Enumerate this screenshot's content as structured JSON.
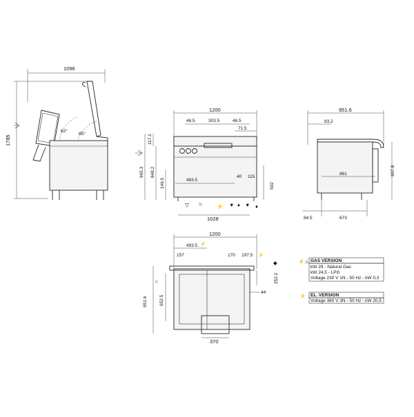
{
  "side_view": {
    "width_dim": "1096",
    "height_dim": "1785",
    "angle_1": "82°",
    "angle_2": "85°"
  },
  "front_view": {
    "width_dim": "1200",
    "d_46_5_a": "46.5",
    "d_303_5": "303.5",
    "d_46_5_b": "46.5",
    "d_71_5": "71.5",
    "d_117_1": "117.1",
    "d_965_3": "965.3",
    "d_848_2": "848.2",
    "d_146_5": "146.5",
    "d_493_5": "493.5",
    "d_40": "40",
    "d_115": "115",
    "d_502": "502",
    "d_1028": "1028"
  },
  "right_view": {
    "width_dim": "951.6",
    "d_83_2": "83.2",
    "d_861": "861",
    "d_907_8": "907.8",
    "d_84_5": "84.5",
    "d_673": "673"
  },
  "top_view": {
    "width_dim": "1200",
    "d_493_5": "493.5",
    "d_157": "157",
    "d_170": "170",
    "d_197_5": "197.5",
    "d_252_2": "252.2",
    "d_44": "44",
    "d_951_6": "951.6",
    "d_652_5": "652.5",
    "d_370": "370"
  },
  "legend": {
    "gas_title": "GAS VERSION",
    "gas_line_1": "kW 29 - Natural Gas",
    "gas_line_2": "kW 24,5 - LPG",
    "gas_line_3": "Voltage 230 V 1N - 50 Hz - kW 0,3",
    "el_title": "EL. VERSION",
    "el_line_1": "Voltage 380 V 3N - 50 Hz - kW 20,5"
  }
}
